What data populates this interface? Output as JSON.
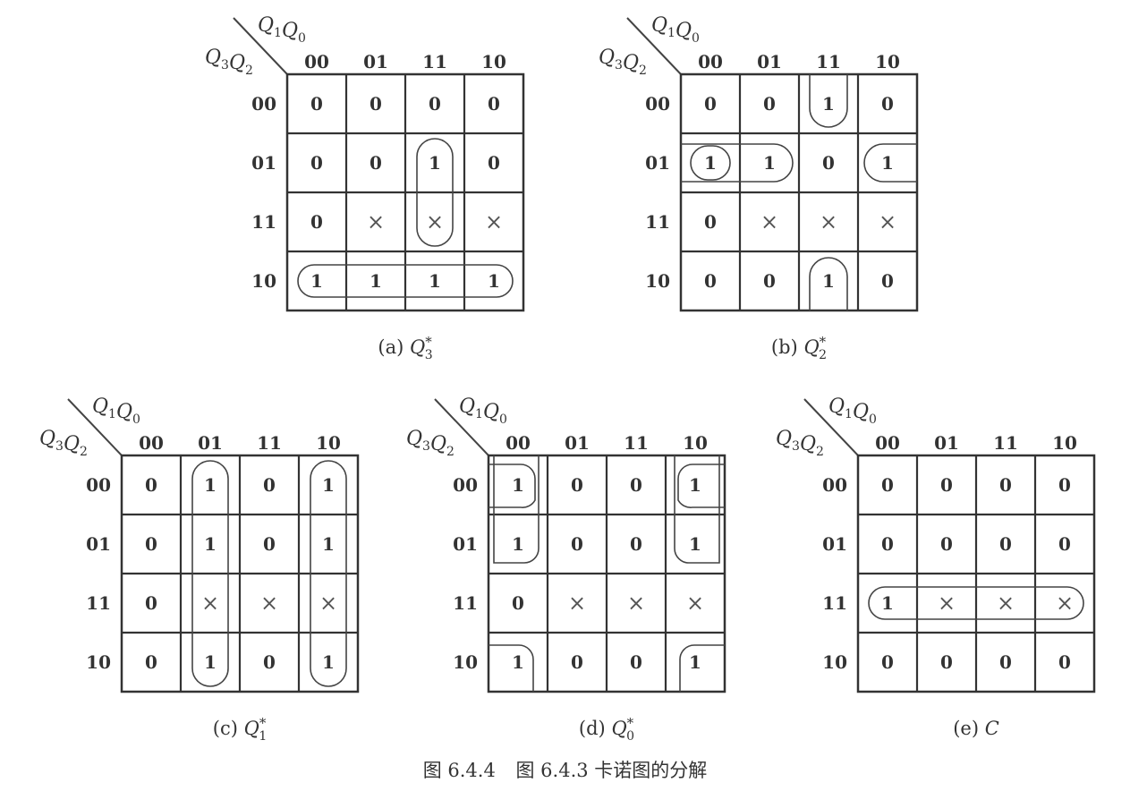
{
  "figure": {
    "number": "图 6.4.4",
    "title": "图 6.4.3 卡诺图的分解"
  },
  "corner": {
    "col_var": "Q₁Q₀",
    "row_var": "Q₃Q₂"
  },
  "gray_codes": [
    "00",
    "01",
    "11",
    "10"
  ],
  "maps": [
    {
      "id": "a",
      "caption_prefix": "(a)",
      "caption_var": "Q",
      "caption_sub": "3",
      "caption_sup": "*",
      "cells": [
        [
          "0",
          "0",
          "0",
          "0"
        ],
        [
          "0",
          "0",
          "1",
          "0"
        ],
        [
          "0",
          "×",
          "×",
          "×"
        ],
        [
          "1",
          "1",
          "1",
          "1"
        ]
      ],
      "groups": [
        {
          "kind": "vertical",
          "col": 2,
          "rows": [
            1,
            2
          ]
        },
        {
          "kind": "horizontal",
          "row": 3,
          "cols": [
            0,
            3
          ]
        }
      ]
    },
    {
      "id": "b",
      "caption_prefix": "(b)",
      "caption_var": "Q",
      "caption_sub": "2",
      "caption_sup": "*",
      "cells": [
        [
          "0",
          "0",
          "1",
          "0"
        ],
        [
          "1",
          "1",
          "0",
          "1"
        ],
        [
          "0",
          "×",
          "×",
          "×"
        ],
        [
          "0",
          "0",
          "1",
          "0"
        ]
      ],
      "groups": [
        {
          "kind": "wrap-vertical",
          "col": 2
        },
        {
          "kind": "single",
          "row": 1,
          "col": 0
        },
        {
          "kind": "wrap-horizontal",
          "row": 1
        }
      ]
    },
    {
      "id": "c",
      "caption_prefix": "(c)",
      "caption_var": "Q",
      "caption_sub": "1",
      "caption_sup": "*",
      "cells": [
        [
          "0",
          "1",
          "0",
          "1"
        ],
        [
          "0",
          "1",
          "0",
          "1"
        ],
        [
          "0",
          "×",
          "×",
          "×"
        ],
        [
          "0",
          "1",
          "0",
          "1"
        ]
      ],
      "groups": [
        {
          "kind": "vertical",
          "col": 1,
          "rows": [
            0,
            3
          ]
        },
        {
          "kind": "vertical",
          "col": 3,
          "rows": [
            0,
            3
          ]
        }
      ]
    },
    {
      "id": "d",
      "caption_prefix": "(d)",
      "caption_var": "Q",
      "caption_sub": "0",
      "caption_sup": "*",
      "cells": [
        [
          "1",
          "0",
          "0",
          "1"
        ],
        [
          "1",
          "0",
          "0",
          "1"
        ],
        [
          "0",
          "×",
          "×",
          "×"
        ],
        [
          "1",
          "0",
          "0",
          "1"
        ]
      ],
      "groups": [
        {
          "kind": "corners"
        }
      ]
    },
    {
      "id": "e",
      "caption_prefix": "(e)",
      "caption_var": "C",
      "caption_sub": "",
      "caption_sup": "",
      "cells": [
        [
          "0",
          "0",
          "0",
          "0"
        ],
        [
          "0",
          "0",
          "0",
          "0"
        ],
        [
          "1",
          "×",
          "×",
          "×"
        ],
        [
          "0",
          "0",
          "0",
          "0"
        ]
      ],
      "groups": [
        {
          "kind": "horizontal",
          "row": 2,
          "cols": [
            0,
            3
          ]
        }
      ]
    }
  ]
}
